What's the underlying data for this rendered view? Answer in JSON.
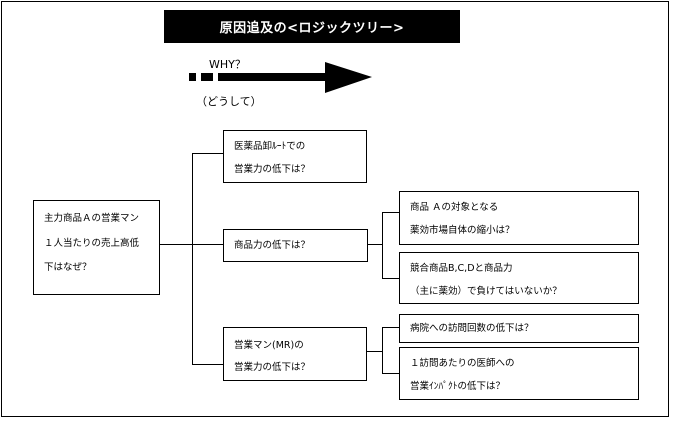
{
  "title": "原因追及の<ロジックツリー>",
  "why": {
    "label": "WHY？",
    "sub": "（どうして）"
  },
  "root": {
    "lines": [
      "主力商品Ａの営業マン",
      "１人当たりの売上高低",
      "下はなぜ？"
    ]
  },
  "level1": [
    {
      "lines": [
        "医薬品卸ﾙｰﾄでの",
        "営業力の低下は？"
      ]
    },
    {
      "lines": [
        "商品力の低下は？"
      ]
    },
    {
      "lines": [
        "営業マン(MR)の",
        "営業力の低下は？"
      ]
    }
  ],
  "level2_product": [
    {
      "lines": [
        "商品 Ａの対象となる",
        "薬効市場自体の縮小は？"
      ]
    },
    {
      "lines": [
        "競合商品B,C,Dと商品力",
        "（主に薬効）で負けてはいないか？"
      ]
    }
  ],
  "level2_sales": [
    {
      "lines": [
        "病院への訪問回数の低下は？"
      ]
    },
    {
      "lines": [
        "１訪問あたりの医師への",
        "営業ｲﾝﾊﾟｸﾄの低下は？"
      ]
    }
  ]
}
